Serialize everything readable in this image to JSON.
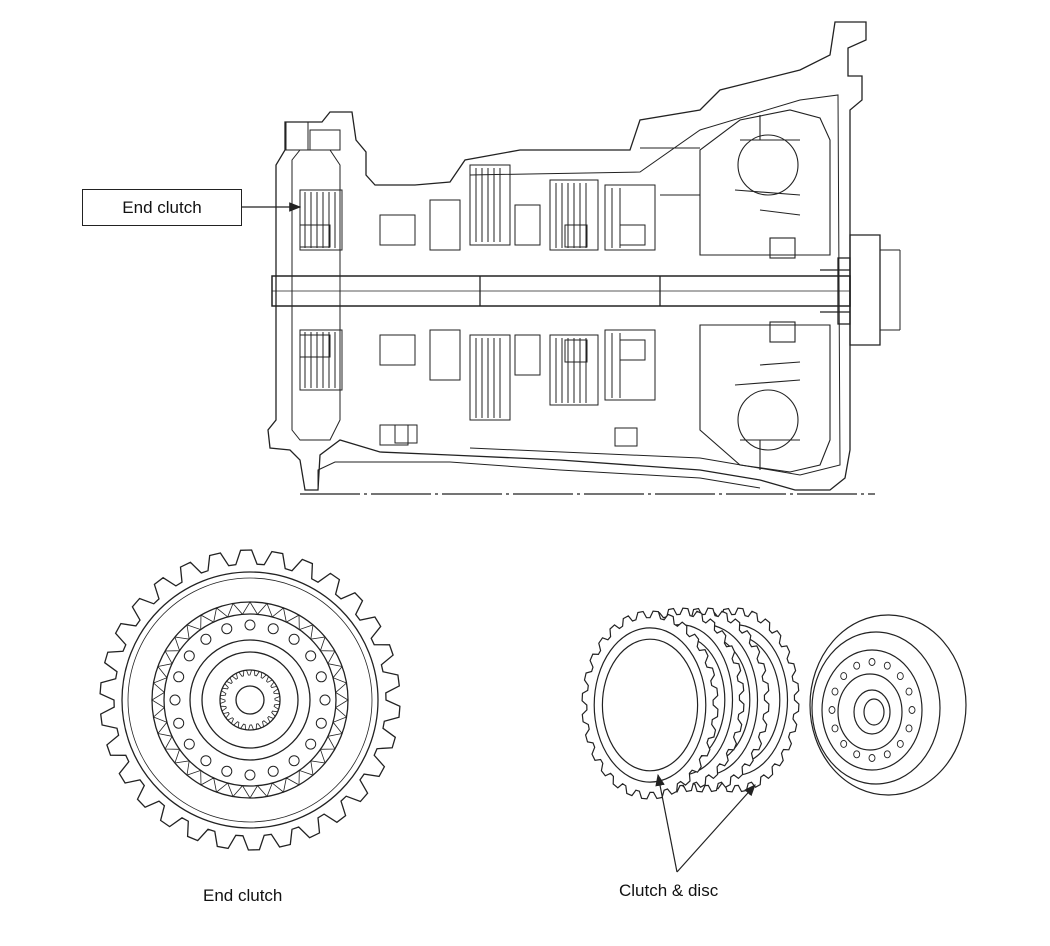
{
  "callout": {
    "label": "End clutch"
  },
  "captions": {
    "end_clutch": "End clutch",
    "clutch_disc": "Clutch & disc"
  },
  "colors": {
    "line": "#222222",
    "background": "#ffffff"
  }
}
